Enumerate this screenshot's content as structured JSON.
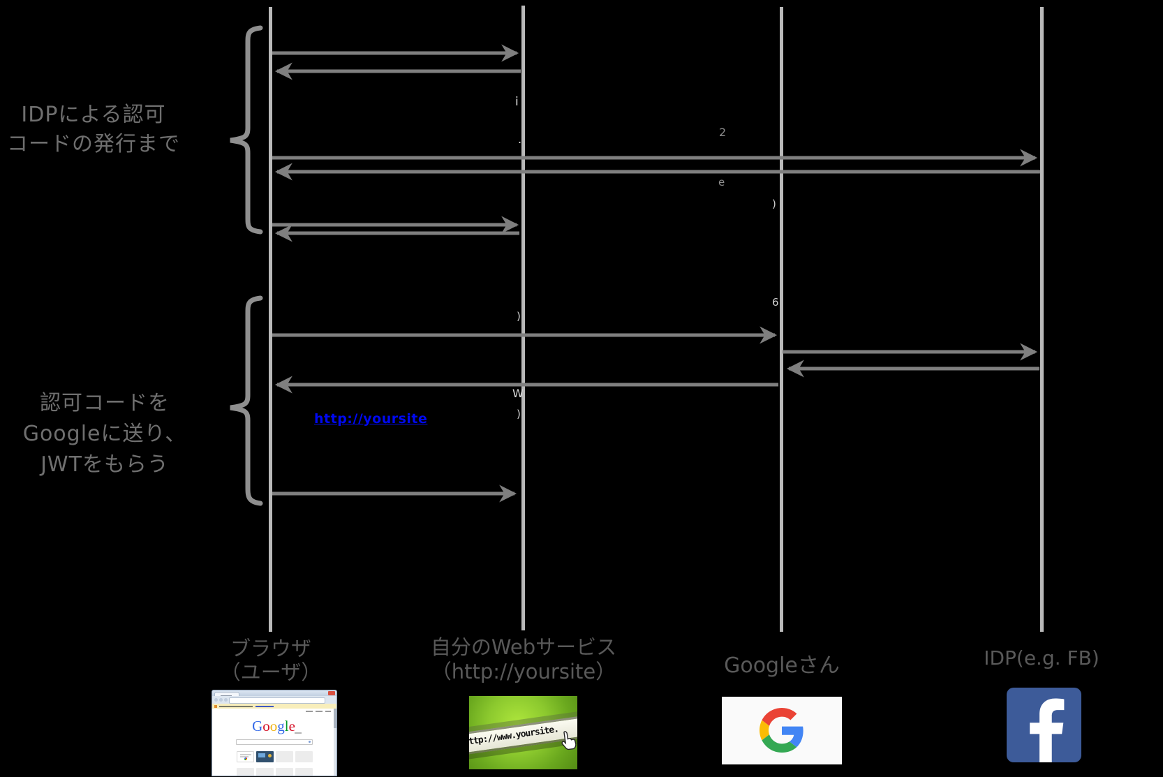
{
  "colors": {
    "background": "#000000",
    "lifeline_gray": "#b9b9b9",
    "arrow_gray": "#7f7f7f",
    "bracket_gray": "#8f8f8f",
    "bracket_label_gray": "#6f6f6f",
    "actor_label_gray": "#595959",
    "link_blue": "#0009f2",
    "facebook_blue": "#3d5b99",
    "yoursite_green": "#8cc92e"
  },
  "bracket_labels": [
    {
      "line1": "IDPによる認可",
      "line2": "コードの発行まで"
    },
    {
      "line1": "認可コードを",
      "line2": "Googleに送り、",
      "line3": "JWTをもらう"
    }
  ],
  "link": {
    "text": "http://yoursite"
  },
  "actors": [
    {
      "line1": "ブラウザ",
      "line2": "（ユーザ）"
    },
    {
      "line1": "自分のWebサービス",
      "line2": "（http://yoursite）"
    },
    {
      "line1": "Googleさん"
    },
    {
      "line1": "IDP(e.g. FB)"
    }
  ],
  "fragments": [
    {
      "text": "i"
    },
    {
      "text": "."
    },
    {
      "text": "2"
    },
    {
      "text": "e"
    },
    {
      "text": ")"
    },
    {
      "text": "6"
    },
    {
      "text": ")"
    },
    {
      "text": "W"
    },
    {
      "text": ")"
    }
  ],
  "browser_mock": {
    "wordmark": [
      {
        "ch": "G",
        "style": "color:#3369e8"
      },
      {
        "ch": "o",
        "style": "color:#d50f25"
      },
      {
        "ch": "o",
        "style": "color:#eeb211"
      },
      {
        "ch": "g",
        "style": "color:#3369e8"
      },
      {
        "ch": "l",
        "style": "color:#009925"
      },
      {
        "ch": "e",
        "style": "color:#d50f25"
      }
    ]
  },
  "yoursite_mock": {
    "text": "http://www.yoursite."
  }
}
